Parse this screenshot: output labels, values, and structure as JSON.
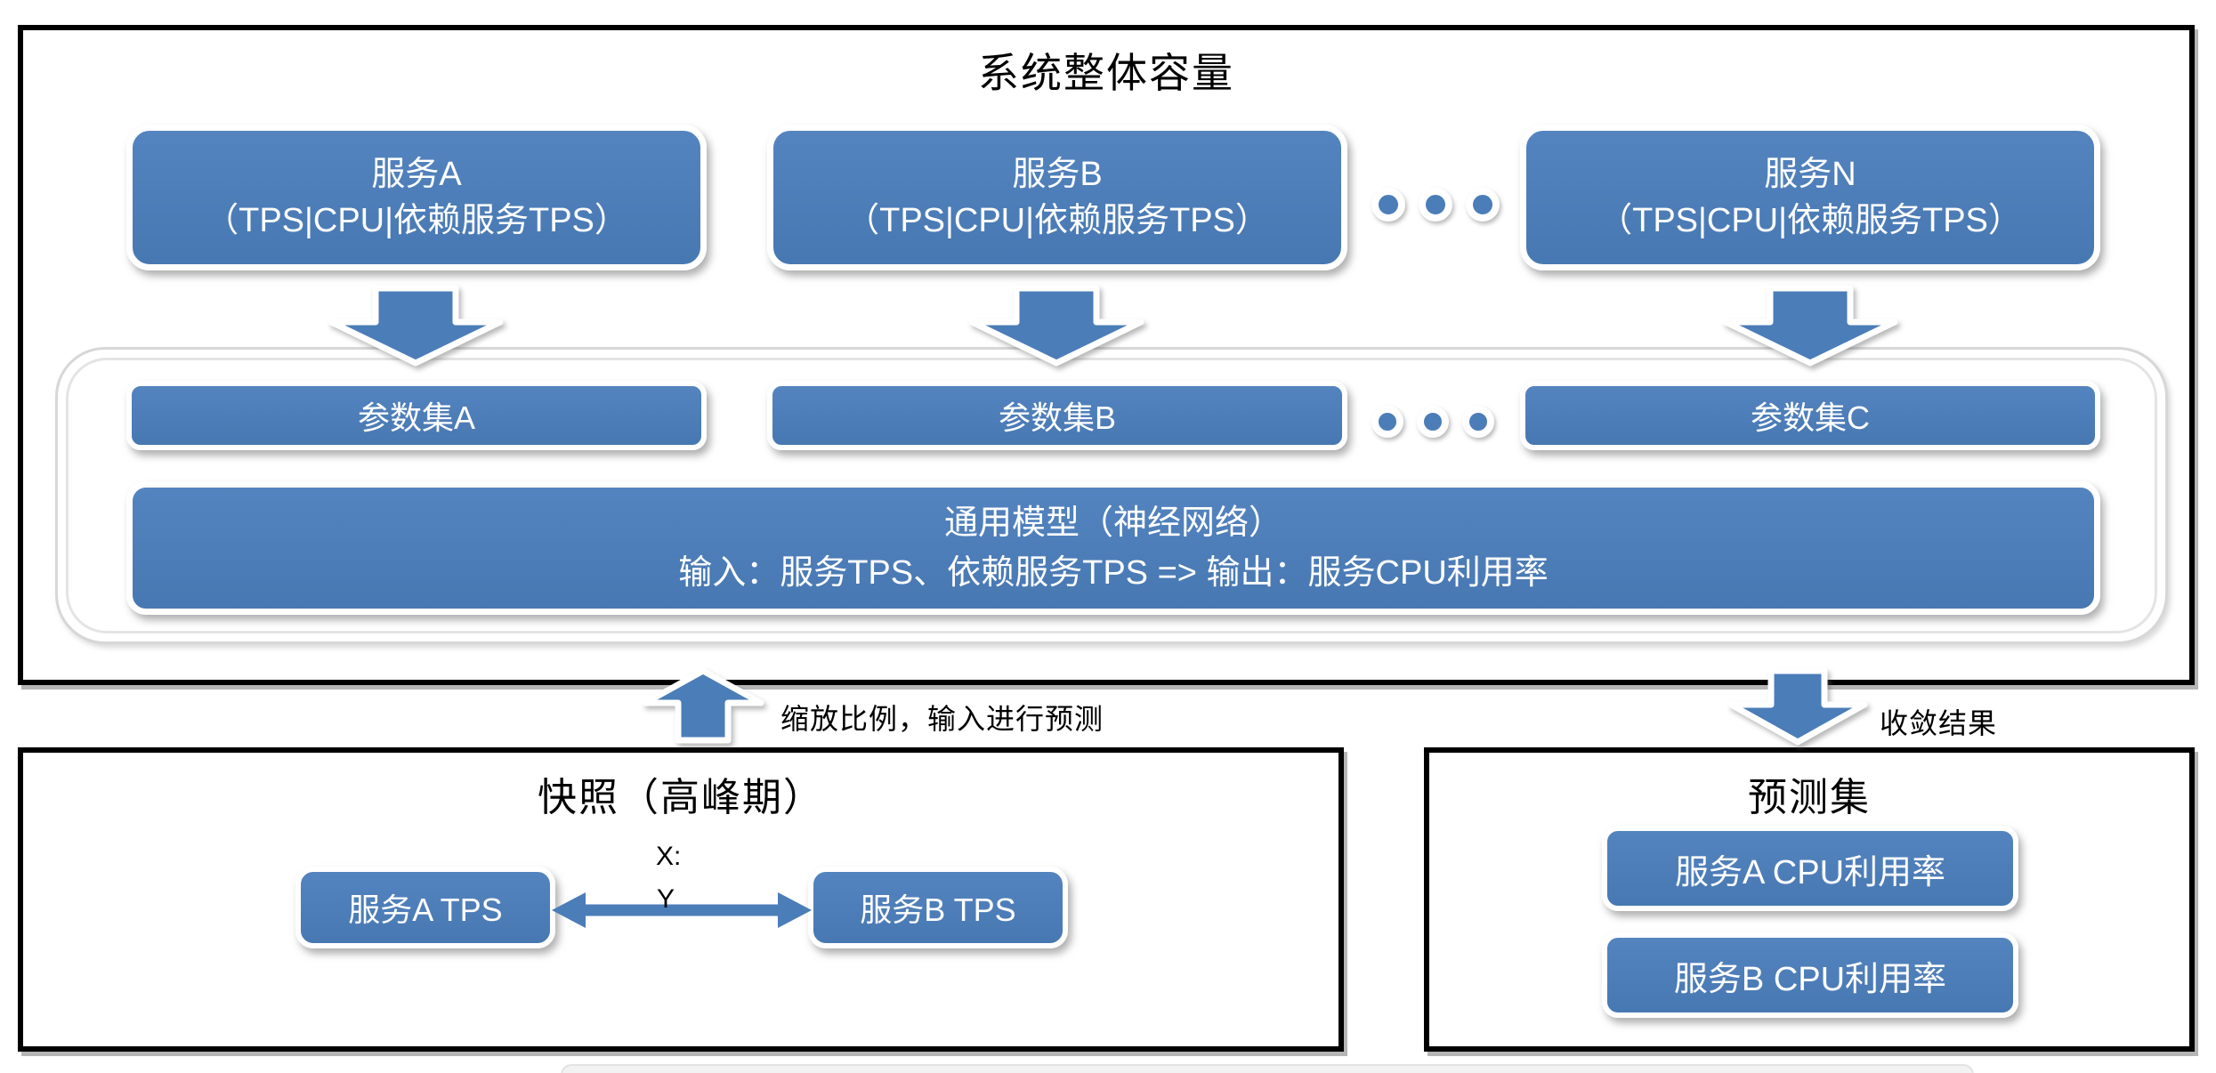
{
  "colors": {
    "accent_blue": "#4b7db8",
    "panel_border": "#000000",
    "box_text": "#ffffff"
  },
  "capacity_panel": {
    "title": "系统整体容量",
    "services": [
      {
        "line1": "服务A",
        "line2": "（TPS|CPU|依赖服务TPS）"
      },
      {
        "line1": "服务B",
        "line2": "（TPS|CPU|依赖服务TPS）"
      },
      {
        "line1": "服务N",
        "line2": "（TPS|CPU|依赖服务TPS）"
      }
    ],
    "param_sets": [
      "参数集A",
      "参数集B",
      "参数集C"
    ],
    "model": {
      "line1": "通用模型（神经网络）",
      "line2": "输入：服务TPS、依赖服务TPS => 输出：服务CPU利用率"
    }
  },
  "flow_labels": {
    "input_arrow": "缩放比例，输入进行预测",
    "output_arrow": "收敛结果"
  },
  "snapshot_panel": {
    "title": "快照（高峰期）",
    "node_a": "服务A TPS",
    "node_b": "服务B TPS",
    "relation_x": "X:",
    "relation_y": "Y"
  },
  "prediction_panel": {
    "title": "预测集",
    "items": [
      "服务A CPU利用率",
      "服务B CPU利用率"
    ]
  }
}
